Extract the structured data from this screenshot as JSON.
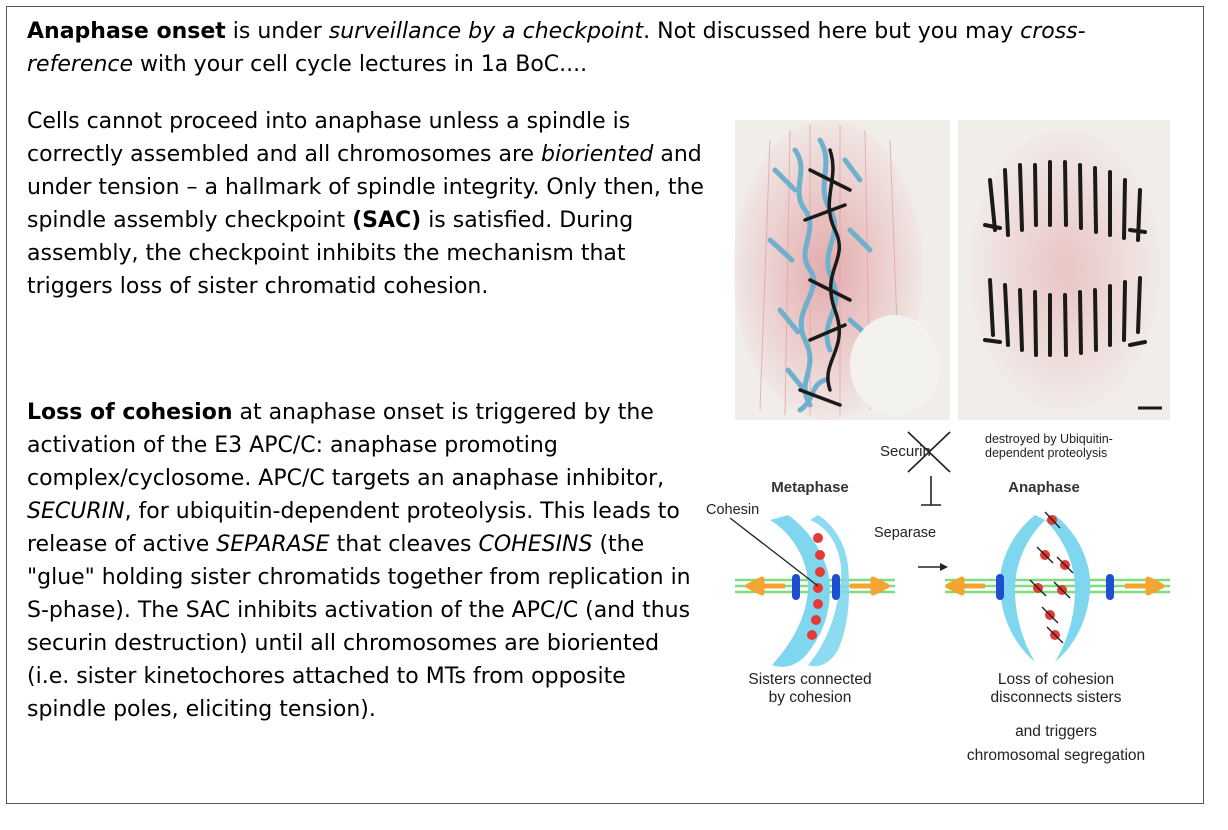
{
  "intro": {
    "b1": "Anaphase onset",
    "t1": " is under ",
    "i1": "surveillance by a checkpoint",
    "t2": ". Not discussed here but you may ",
    "i2": "cross-reference",
    "t3": " with your cell cycle lectures in 1a BoC...."
  },
  "p1": {
    "t1": "Cells cannot proceed into anaphase unless a spindle is correctly assembled and all chromosomes are ",
    "i1": "bioriented",
    "t2": " and under tension – a hallmark of spindle integrity. Only then, the spindle assembly checkpoint ",
    "b1": "(SAC)",
    "t3": " is satisfied. During assembly, the checkpoint inhibits the mechanism that triggers loss of sister chromatid cohesion."
  },
  "p2": {
    "b1": "Loss of cohesion",
    "t1": " at anaphase onset is triggered by the activation of the E3 APC/C: anaphase promoting complex/cyclosome. APC/C targets an anaphase inhibitor, ",
    "i1": "SECURIN",
    "t2": ", for ubiquitin-dependent proteolysis. This leads to release of active ",
    "i2": "SEPARASE",
    "t3": " that cleaves ",
    "i3": "COHESINS",
    "t4": " (the \"glue\" holding sister chromatids together from replication in S-phase). The SAC inhibits activation of the APC/C (and thus securin destruction) until all chromosomes are bioriented (i.e. sister kinetochores attached to MTs from opposite spindle poles, eliciting tension)."
  },
  "figure": {
    "securin": "Securin",
    "destroyed_line1": "destroyed by Ubiquitin-",
    "destroyed_line2": "dependent proteolysis",
    "metaphase": "Metaphase",
    "anaphase": "Anaphase",
    "cohesin": "Cohesin",
    "separase": "Separase",
    "left_caption_line1": "Sisters connected",
    "left_caption_line2": "by cohesion",
    "right_caption_line1": "Loss of cohesion",
    "right_caption_line2": "disconnects sisters",
    "extra_line1": "and triggers",
    "extra_line2": "chromosomal segregation"
  },
  "colors": {
    "spindle_pink": "#e3a3a6",
    "chromosome_blue": "#6fb0cc",
    "chromosome_dark": "#1a1a1a",
    "sister_cyan": "#7fd7ef",
    "cohesin_red": "#e53935",
    "arrow_orange": "#f4a431",
    "kinetochore_blue": "#1f4fd1",
    "mt_green": "#7fdc7f"
  }
}
